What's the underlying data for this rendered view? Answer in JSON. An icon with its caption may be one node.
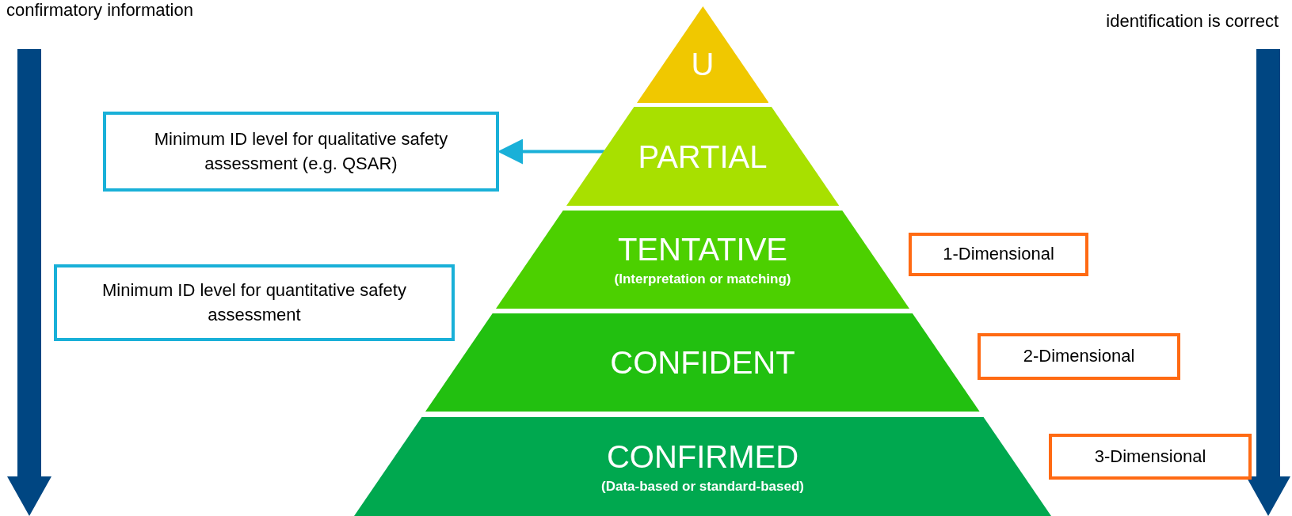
{
  "diagram": {
    "nodes": [
      {
        "text": [
          "U"
        ]
      },
      {
        "text": [
          "PARTIAL"
        ]
      },
      {
        "text": [
          "TENTATIVE",
          "(Interpretation or matching)"
        ]
      },
      {
        "text": [
          "CONFIDENT"
        ]
      },
      {
        "text": [
          "CONFIRMED",
          "(Data-based or standard-based)"
        ]
      },
      {
        "text": [
          "Minimum ID level for qualitative safety assessment (e.g. QSAR)"
        ]
      },
      {
        "text": [
          "Minimum ID level for quantitative safety assessment"
        ]
      },
      {
        "text": [
          "1-Dimensional"
        ]
      },
      {
        "text": [
          "2-Dimensional"
        ]
      },
      {
        "text": [
          "3-Dimensional"
        ]
      }
    ],
    "edges": [
      {
        "from": 1,
        "to": 5,
        "arrow": "to"
      }
    ],
    "labels": [
      "confirmatory information",
      "identification is correct"
    ]
  }
}
